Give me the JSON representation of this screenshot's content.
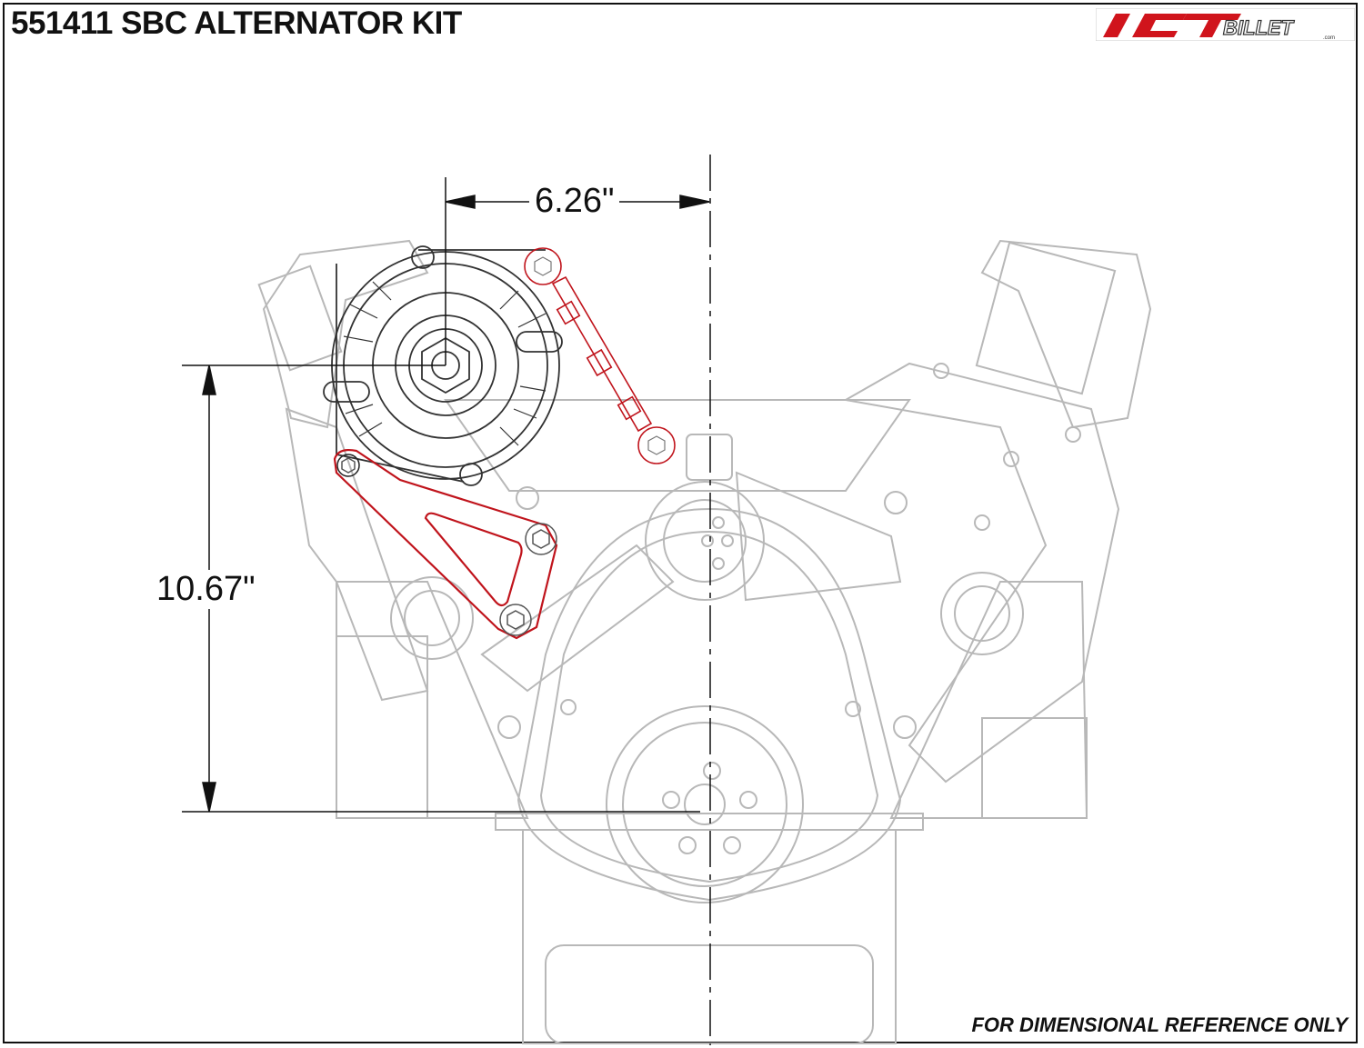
{
  "title": "551411 SBC ALTERNATOR KIT",
  "logo": {
    "text": "ICT BILLET",
    "sub": ".com",
    "color": "#d0141c"
  },
  "dimensions": {
    "horizontal": "6.26\"",
    "vertical": "10.67\""
  },
  "footer": "FOR DIMENSIONAL REFERENCE ONLY",
  "colors": {
    "engine_lines": "#b8b8b8",
    "alternator_lines": "#333333",
    "bracket": "#c0141c",
    "dimension_lines": "#111111"
  }
}
